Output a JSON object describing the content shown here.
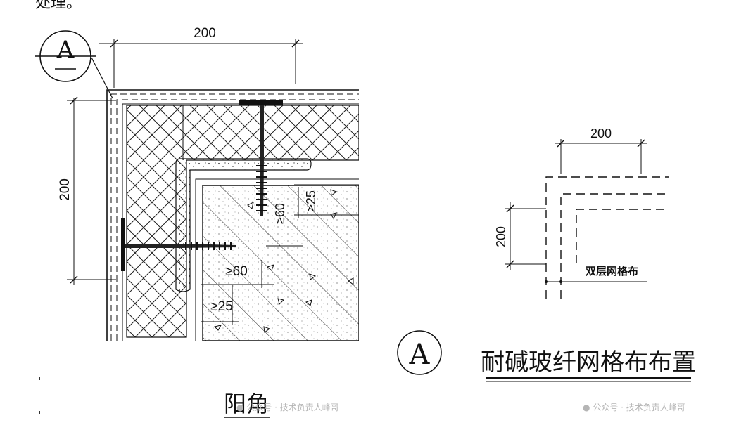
{
  "top_fragment": "处理。",
  "left_detail": {
    "callout_letter": "A",
    "dim_top": "200",
    "dim_left": "200",
    "dim_ge25_a": "≥25",
    "dim_ge60_a": "≥60",
    "dim_ge60_b": "≥60",
    "dim_ge25_b": "≥25",
    "caption": "阳角"
  },
  "right_detail": {
    "dim_top": "200",
    "dim_left": "200",
    "mesh_label": "双层网格布",
    "marker_letter": "A",
    "title": "耐碱玻纤网格布布置"
  },
  "watermarks": [
    "公众号 · 技术负责人峰哥",
    "公众号 · 技术负责人峰哥"
  ]
}
